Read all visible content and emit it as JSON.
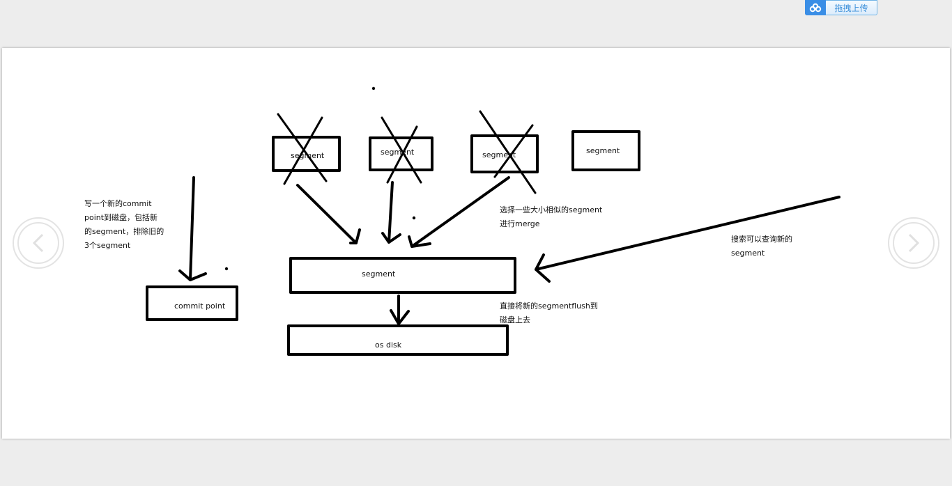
{
  "toolbar": {
    "upload_label": "拖拽上传",
    "upload_icon": "cloud-upload-icon"
  },
  "nav": {
    "prev_icon": "chevron-left-icon",
    "next_icon": "chevron-right-icon"
  },
  "diagram": {
    "boxes": {
      "seg1": "segment",
      "seg2": "segment",
      "seg3": "segment",
      "seg4": "segment",
      "merged": "segment",
      "commit": "commit point",
      "disk": "os disk"
    },
    "notes": {
      "commit_lines": [
        "写一个新的commit",
        "point到磁盘，包括新",
        "的segment，排除旧的",
        "3个segment"
      ],
      "merge_lines": [
        "选择一些大小相似的segment",
        "进行merge"
      ],
      "search_lines": [
        "搜索可以查询新的",
        "segment"
      ],
      "flush_lines": [
        "直接将新的segmentflush到",
        "磁盘上去"
      ]
    }
  }
}
